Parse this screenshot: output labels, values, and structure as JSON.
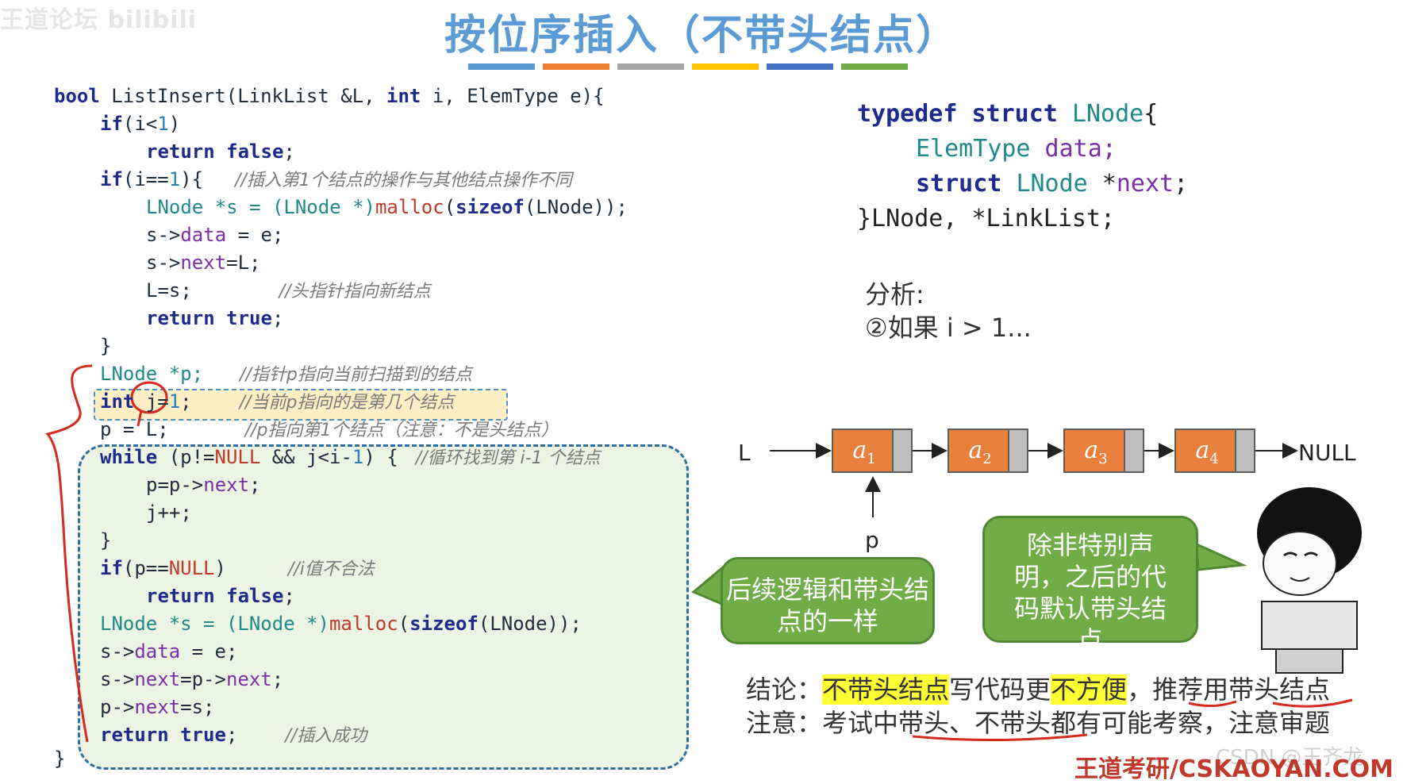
{
  "watermark": "王道论坛 bilibili",
  "title": "按位序插入（不带头结点）",
  "strip_colors": [
    "#5b9bd5",
    "#ed7d31",
    "#a5a5a5",
    "#ffc000",
    "#4472c4",
    "#70ad47"
  ],
  "code": {
    "l1": {
      "t1": "bool",
      "t2": " ListInsert(LinkList &L, ",
      "t3": "int",
      "t4": " i, ElemType e){"
    },
    "l2": {
      "t1": "if",
      "t2": "(i<",
      "t3": "1",
      "t4": ")"
    },
    "l3": {
      "t1": "return",
      "t2": " ",
      "t3": "false",
      "t4": ";"
    },
    "l4": {
      "t1": "if",
      "t2": "(i==",
      "t3": "1",
      "t4": "){",
      "c": "//插入第1个结点的操作与其他结点操作不同"
    },
    "l5": {
      "t1": "LNode *s = (LNode *)",
      "t2": "malloc",
      "t3": "(",
      "t4": "sizeof",
      "t5": "(LNode));"
    },
    "l6": {
      "t1": "s->",
      "t2": "data",
      "t3": " = e;"
    },
    "l7": {
      "t1": "s->",
      "t2": "next",
      "t3": "=L;"
    },
    "l8": {
      "t1": "L=s;",
      "c": "//头指针指向新结点"
    },
    "l9": {
      "t1": "return",
      "t2": " ",
      "t3": "true",
      "t4": ";"
    },
    "l10": "}",
    "l11": {
      "t1": "LNode *p;",
      "c": "//指针p指向当前扫描到的结点"
    },
    "l12": {
      "t1": "int",
      "t2": " j=",
      "t3": "1",
      "t4": ";",
      "c": "//当前p指向的是第几个结点"
    },
    "l13": {
      "t1": "p = L;",
      "c": "//p指向第1个结点（注意：不是头结点）"
    },
    "l14": {
      "t1": "while",
      "t2": " (p!=",
      "t3": "NULL",
      "t4": " && j<i-",
      "t5": "1",
      "t6": ") {",
      "c": "//循环找到第 i-1 个结点"
    },
    "l15": {
      "t1": "p=p->",
      "t2": "next",
      "t3": ";"
    },
    "l16": "j++;",
    "l17": "}",
    "l18": {
      "t1": "if",
      "t2": "(p==",
      "t3": "NULL",
      "t4": ")",
      "c": "//i值不合法"
    },
    "l19": {
      "t1": "return",
      "t2": " ",
      "t3": "false",
      "t4": ";"
    },
    "l20": {
      "t1": "LNode *s = (LNode *)",
      "t2": "malloc",
      "t3": "(",
      "t4": "sizeof",
      "t5": "(LNode));"
    },
    "l21": {
      "t1": "s->",
      "t2": "data",
      "t3": " = e;"
    },
    "l22": {
      "t1": "s->",
      "t2": "next",
      "t3": "=p->",
      "t4": "next",
      "t5": ";"
    },
    "l23": {
      "t1": "p->",
      "t2": "next",
      "t3": "=s;"
    },
    "l24": {
      "t1": "return",
      "t2": " ",
      "t3": "true",
      "t4": ";",
      "c": "//插入成功"
    },
    "l25": "}"
  },
  "struct": {
    "s1": {
      "t1": "typedef",
      "t2": " ",
      "t3": "struct",
      "t4": " ",
      "t5": "LNode",
      "t6": "{"
    },
    "s2": {
      "t1": "ElemType",
      "t2": " data;"
    },
    "s3": {
      "t1": "struct",
      "t2": " ",
      "t3": "LNode",
      "t4": " *",
      "t5": "next",
      "t6": ";"
    },
    "s4": "}LNode, *LinkList;"
  },
  "analysis": {
    "heading": "分析:",
    "case": "②如果 i > 1..."
  },
  "diagram": {
    "head_label": "L",
    "nodes": [
      {
        "name": "a",
        "sub": "1"
      },
      {
        "name": "a",
        "sub": "2"
      },
      {
        "name": "a",
        "sub": "3"
      },
      {
        "name": "a",
        "sub": "4"
      }
    ],
    "null_label": "NULL",
    "p_label": "p"
  },
  "bubbles": {
    "left": "后续逻辑和带头结点的一样",
    "right": "除非特别声明，之后的代码默认带头结点"
  },
  "conclusion": {
    "prefix": "结论：",
    "h1": "不带头结点",
    "mid": "写代码更",
    "h2": "不方便",
    "comma": "，",
    "rest1": "推荐用",
    "rest2": "带头结点"
  },
  "note": {
    "prefix": "注意：",
    "text1": "考试中",
    "text2": "带头、不带头",
    "text3": "都有可能考察，注意审题"
  },
  "footer": "王道考研/CSKAOYAN.COM",
  "csdn": "CSDN @王齐龙"
}
